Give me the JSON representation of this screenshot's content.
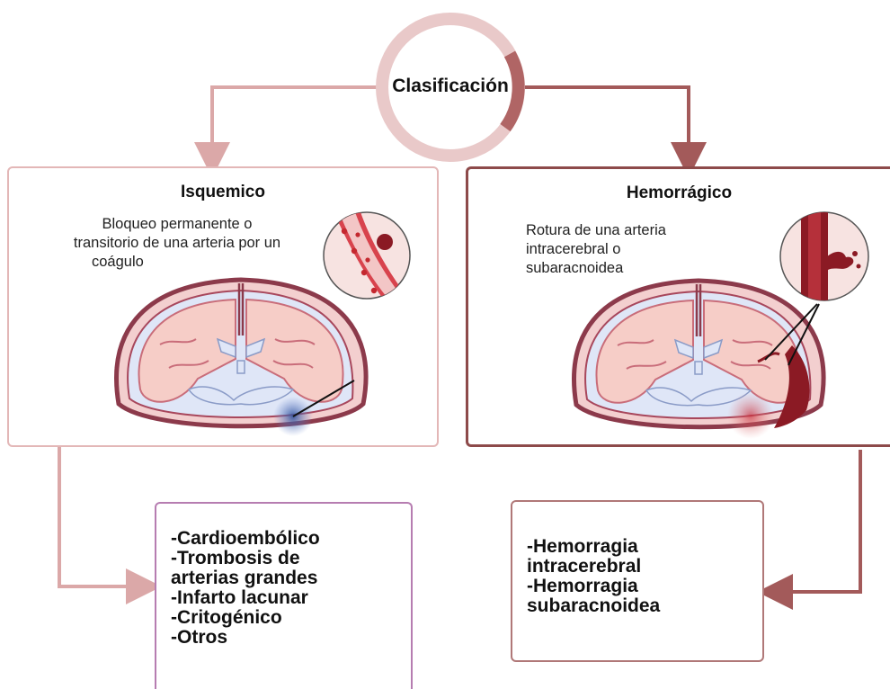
{
  "root": {
    "label": "Clasificación"
  },
  "types": [
    {
      "title": "Isquemico",
      "description": [
        "Bloqueo permanente o",
        "transitorio de una arteria por un",
        "coágulo"
      ],
      "subtypes": [
        "-Cardioembólico",
        "-Trombosis",
        "de",
        "arterias grandes",
        "-Infarto lacunar",
        "-Critogénico",
        "-Otros"
      ]
    },
    {
      "title": "Hemorrágico",
      "description": [
        "Rotura de una arteria",
        "intracerebral o",
        "subaracnoidea"
      ],
      "subtypes": [
        "-Hemorragia",
        "intracerebral",
        "-Hemorragia",
        "subaracnoidea"
      ]
    }
  ],
  "colors": {
    "ring_light": "#e9c9c9",
    "ring_dark": "#b06565",
    "connector_left": "#dba8a8",
    "connector_right": "#a35a5a",
    "isq_border": "#e3b7b7",
    "hem_border": "#8d4a4a",
    "isq_sub_border": "#b67db1",
    "hem_sub_border": "#b07878",
    "brain_tissue": "#f6cdc7",
    "skull": "#8c3a4b",
    "csf": "#dfe6f7",
    "artery": "#c9303c",
    "blood": "#8b1a24",
    "clot_blue": "#4a6fb0"
  },
  "icons": [
    "brain-coronal-section-illustration",
    "artery-clot-inset",
    "artery-rupture-inset"
  ]
}
